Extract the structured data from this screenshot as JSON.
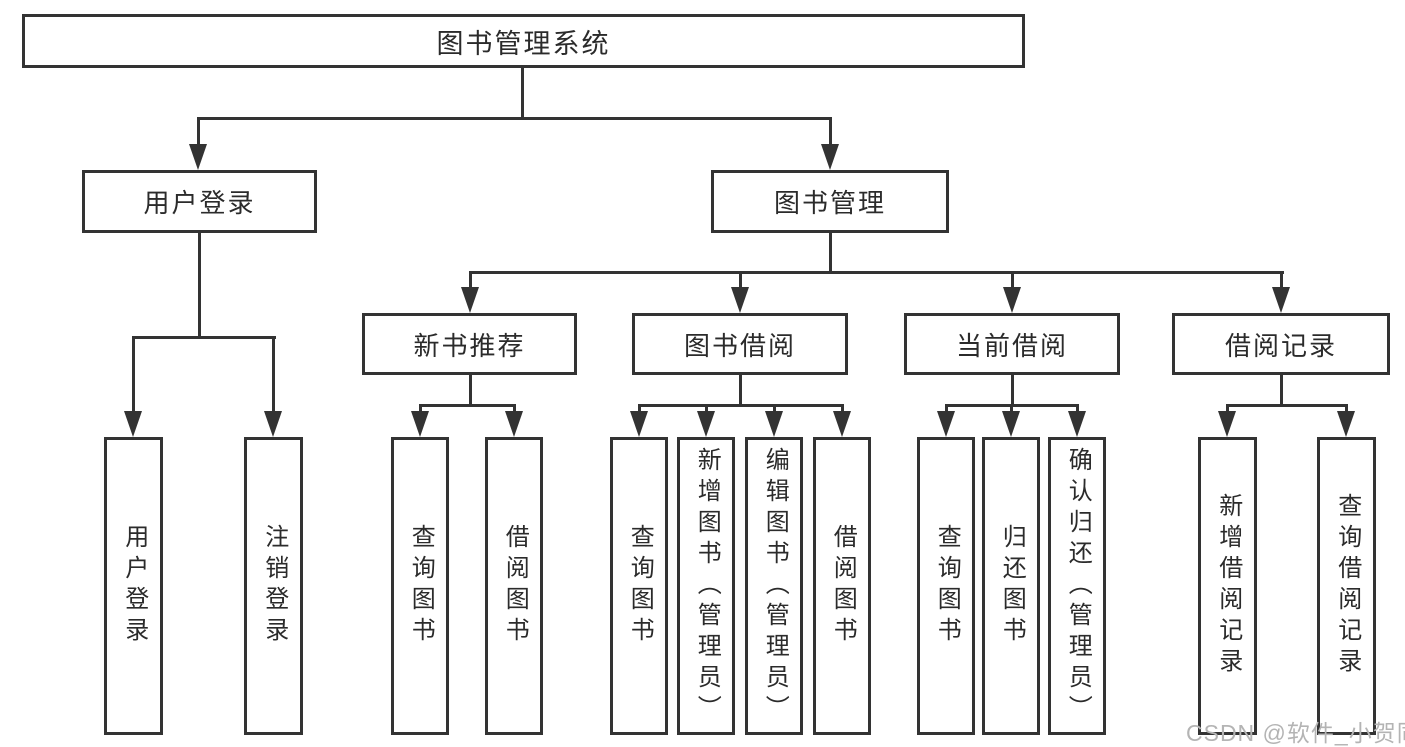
{
  "diagram_title": "图书管理系统",
  "nodes": {
    "root": "图书管理系统",
    "level2": [
      "用户登录",
      "图书管理"
    ],
    "level3": [
      "新书推荐",
      "图书借阅",
      "当前借阅",
      "借阅记录"
    ],
    "login_children": [
      "用户登录",
      "注销登录"
    ],
    "recommend_children": [
      "查询图书",
      "借阅图书"
    ],
    "borrow_children": [
      "查询图书",
      "新增图书（管理员）",
      "编辑图书（管理员）",
      "借阅图书"
    ],
    "current_children": [
      "查询图书",
      "归还图书",
      "确认归还（管理员）"
    ],
    "record_children": [
      "新增借阅记录",
      "查询借阅记录"
    ]
  },
  "watermark": {
    "text": "CSDN @软件_小贺同学"
  },
  "colors": {
    "line": "#333333",
    "text": "#2b2b2b",
    "watermark": "#b4b4b4",
    "background": "#ffffff"
  }
}
